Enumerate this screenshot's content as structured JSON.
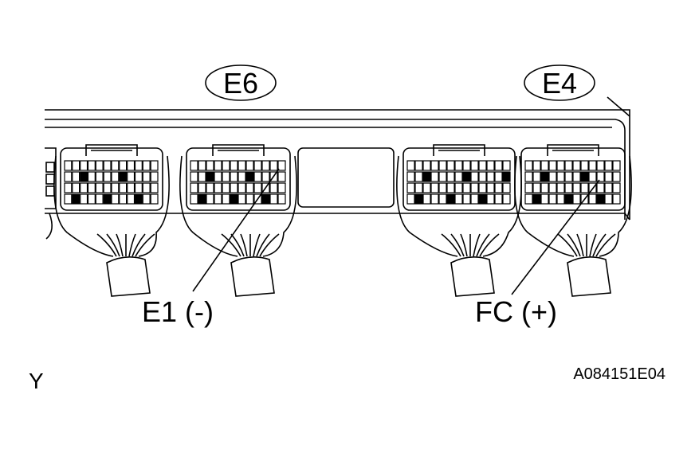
{
  "figure": {
    "connectors": [
      {
        "id": "e6",
        "label": "E6"
      },
      {
        "id": "e4",
        "label": "E4"
      }
    ],
    "terminals": [
      {
        "id": "e1",
        "label": "E1 (-)"
      },
      {
        "id": "fc",
        "label": "FC (+)"
      }
    ],
    "corner_mark": "Y",
    "figure_code": "A084151E04"
  },
  "colors": {
    "line": "#000000",
    "background": "#ffffff"
  }
}
